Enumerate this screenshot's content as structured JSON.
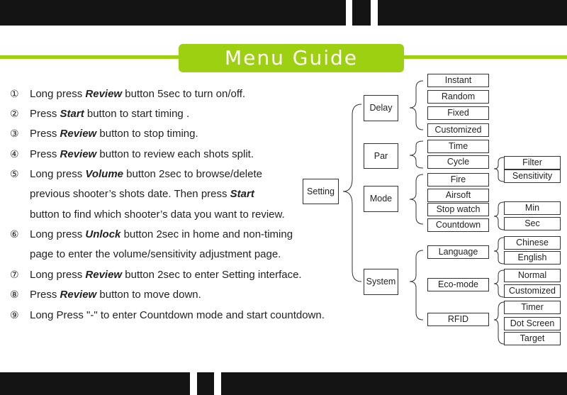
{
  "title": "Menu Guide",
  "steps": [
    {
      "num": "①",
      "pre": "Long press ",
      "key": "Review",
      "post": " button 5sec to turn on/off."
    },
    {
      "num": "②",
      "pre": "Press ",
      "key": "Start",
      "post": " button to start timing ."
    },
    {
      "num": "③",
      "pre": "Press ",
      "key": "Review",
      "post": " button to stop timing."
    },
    {
      "num": "④",
      "pre": "Press ",
      "key": "Review",
      "post": " button to review each shots split."
    },
    {
      "num": "⑤",
      "pre": "Long press ",
      "key": "Volume",
      "post": " button 2sec to browse/delete"
    },
    {
      "num": "⑥",
      "pre": "Long press ",
      "key": "Unlock",
      "post": " button 2sec in home and non-timing"
    },
    {
      "num": "⑦",
      "pre": "Long press ",
      "key": "Review",
      "post": " button 2sec to enter Setting interface."
    },
    {
      "num": "⑧",
      "pre": "Press ",
      "key": "Review",
      "post": " button to move down."
    },
    {
      "num": "⑨",
      "pre": "Long Press \"-\" to enter Countdown mode and start countdown.",
      "key": "",
      "post": ""
    }
  ],
  "step5_line2_pre": "previous shooter’s shots date. Then press ",
  "step5_line2_key": "Start",
  "step5_line3": " button to find which shooter’s data you want to review.",
  "step6_line2": "page to enter the volume/sensitivity adjustment page.",
  "menu": {
    "root": "Setting",
    "level1": [
      "Delay",
      "Par",
      "Mode",
      "System"
    ],
    "delay": [
      "Instant",
      "Random",
      "Fixed",
      "Customized"
    ],
    "par": [
      "Time",
      "Cycle"
    ],
    "mode": [
      "Fire",
      "Airsoft",
      "Stop watch",
      "Countdown"
    ],
    "system": [
      "Language",
      "Eco-mode",
      "RFID"
    ],
    "cycle": [
      "Filter",
      "Sensitivity"
    ],
    "countdown": [
      "Min",
      "Sec"
    ],
    "language": [
      "Chinese",
      "English"
    ],
    "eco": [
      "Normal",
      "Customized"
    ],
    "rfid": [
      "Timer",
      "Dot Screen",
      "Target"
    ]
  }
}
